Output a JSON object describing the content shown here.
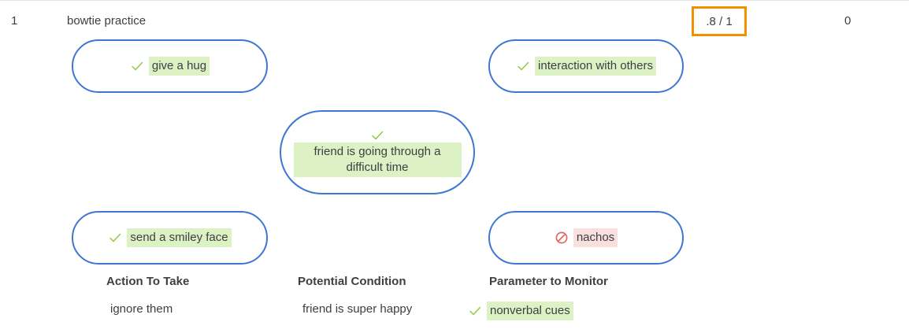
{
  "header": {
    "question_number": "1",
    "title": "bowtie practice",
    "score": ".8 / 1",
    "trailing_value": "0"
  },
  "pills": [
    {
      "id": "action-give-a-hug",
      "text": "give a hug",
      "mark": "check",
      "highlight": "green"
    },
    {
      "id": "parameter-interaction",
      "text": "interaction with others",
      "mark": "check",
      "highlight": "green"
    },
    {
      "id": "condition-difficult-time",
      "text": "friend is going through a difficult time",
      "mark": "check",
      "highlight": "green"
    },
    {
      "id": "action-send-smiley-face",
      "text": "send a smiley face",
      "mark": "check",
      "highlight": "green"
    },
    {
      "id": "parameter-nachos",
      "text": "nachos",
      "mark": "ban",
      "highlight": "pink"
    }
  ],
  "columns": [
    {
      "label": "Action To Take"
    },
    {
      "label": "Potential Condition"
    },
    {
      "label": "Parameter to Monitor"
    }
  ],
  "options": [
    {
      "id": "option-ignore-them",
      "text": "ignore them",
      "mark": "none",
      "highlight": "none"
    },
    {
      "id": "option-friend-super-happy",
      "text": "friend is super happy",
      "mark": "none",
      "highlight": "none"
    },
    {
      "id": "option-nonverbal-cues",
      "text": "nonverbal cues",
      "mark": "check",
      "highlight": "green"
    }
  ],
  "colors": {
    "pill_border": "#3f76d0",
    "score_border": "#f29100",
    "check_green": "#8dc63f",
    "ban_red": "#e06666",
    "highlight_green": "#ddf2c4",
    "highlight_pink": "#fadfdf",
    "text": "#3c4043"
  }
}
